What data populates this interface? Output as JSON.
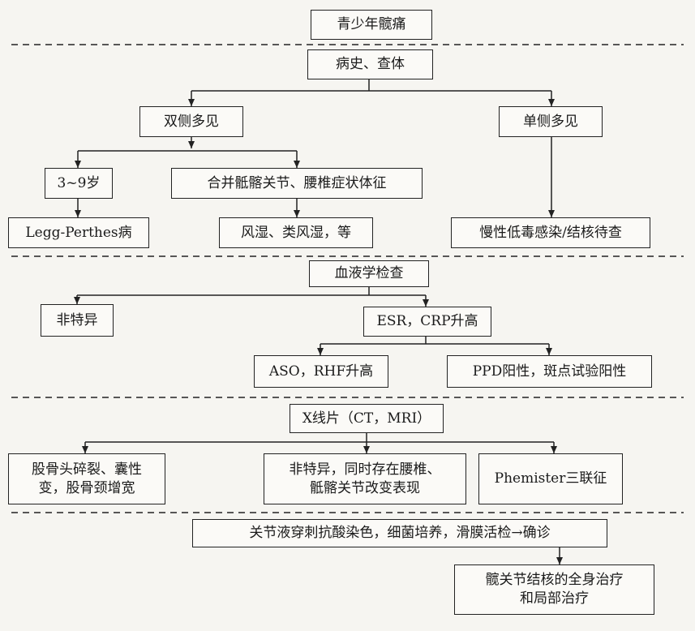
{
  "nodes": {
    "title": "青少年髋痛",
    "history": "病史、查体",
    "bilateral": "双侧多见",
    "unilateral": "单侧多见",
    "age": "3~9岁",
    "sacroiliac": "合并骶髂关节、腰椎症状体征",
    "perthes": "Legg-Perthes病",
    "rheumatic": "风湿、类风湿，等",
    "infection": "慢性低毒感染/结核待查",
    "blood": "血液学检查",
    "nonspecific1": "非特异",
    "esr": "ESR，CRP升高",
    "aso": "ASO，RHF升高",
    "ppd": "PPD阳性，斑点试验阳性",
    "xray": "X线片（CT，MRI）",
    "femoral": "股骨头碎裂、囊性\n变，股骨颈增宽",
    "nonspecific2": "非特异，同时存在腰椎、\n骶髂关节改变表现",
    "phemister": "Phemister三联征",
    "puncture": "关节液穿刺抗酸染色，细菌培养，滑膜活检→确诊",
    "treatment": "髋关节结核的全身治疗\n和局部治疗"
  }
}
